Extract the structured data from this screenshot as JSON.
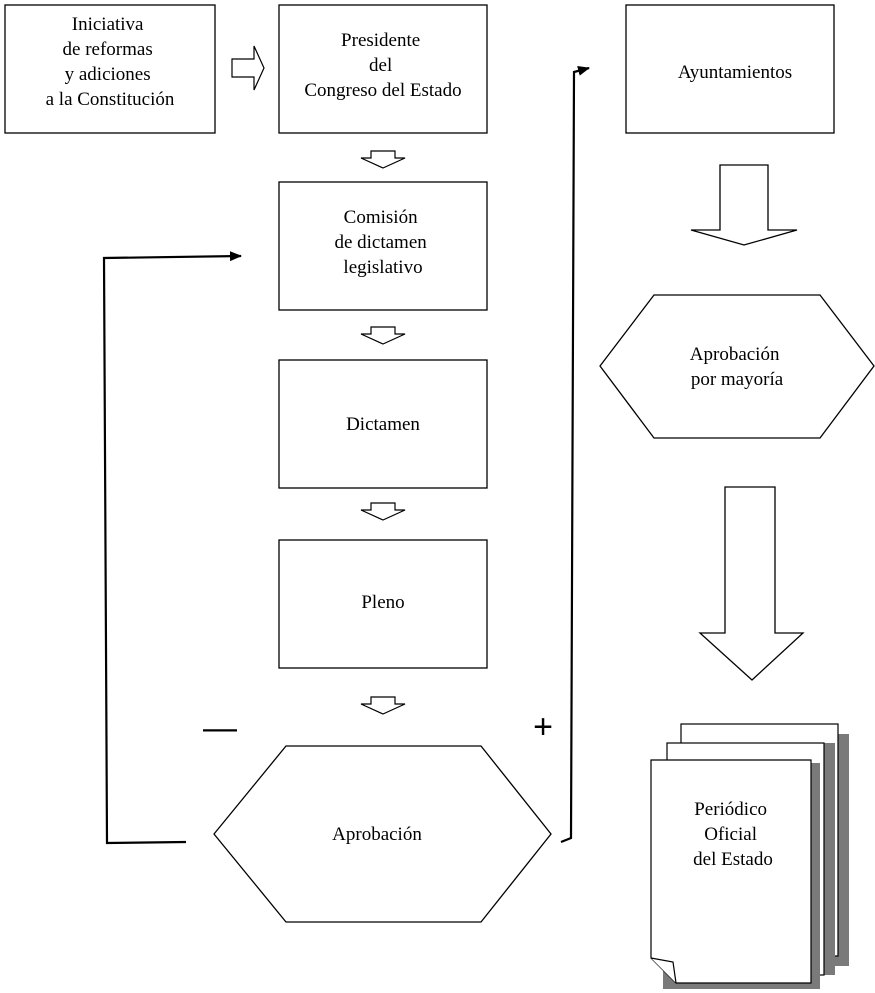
{
  "nodes": {
    "iniciativa": [
      "Iniciativa",
      "de reformas",
      "y adiciones",
      "a la Constitución"
    ],
    "presidente": [
      "Presidente",
      "del",
      "Congreso del Estado"
    ],
    "comision": [
      "Comisión",
      "de dictamen",
      "legislativo"
    ],
    "dictamen": [
      "Dictamen"
    ],
    "pleno": [
      "Pleno"
    ],
    "aprobacion": [
      "Aprobación"
    ],
    "ayuntamientos": [
      "Ayuntamientos"
    ],
    "aprobacion_mayoria": [
      "Aprobación",
      "por mayoría"
    ],
    "periodico": [
      "Periódico",
      "Oficial",
      "del Estado"
    ]
  },
  "signs": {
    "negative": "—",
    "positive": "+"
  },
  "colors": {
    "stroke": "#000000",
    "fill": "#ffffff",
    "shadow": "#7a7a7a"
  }
}
